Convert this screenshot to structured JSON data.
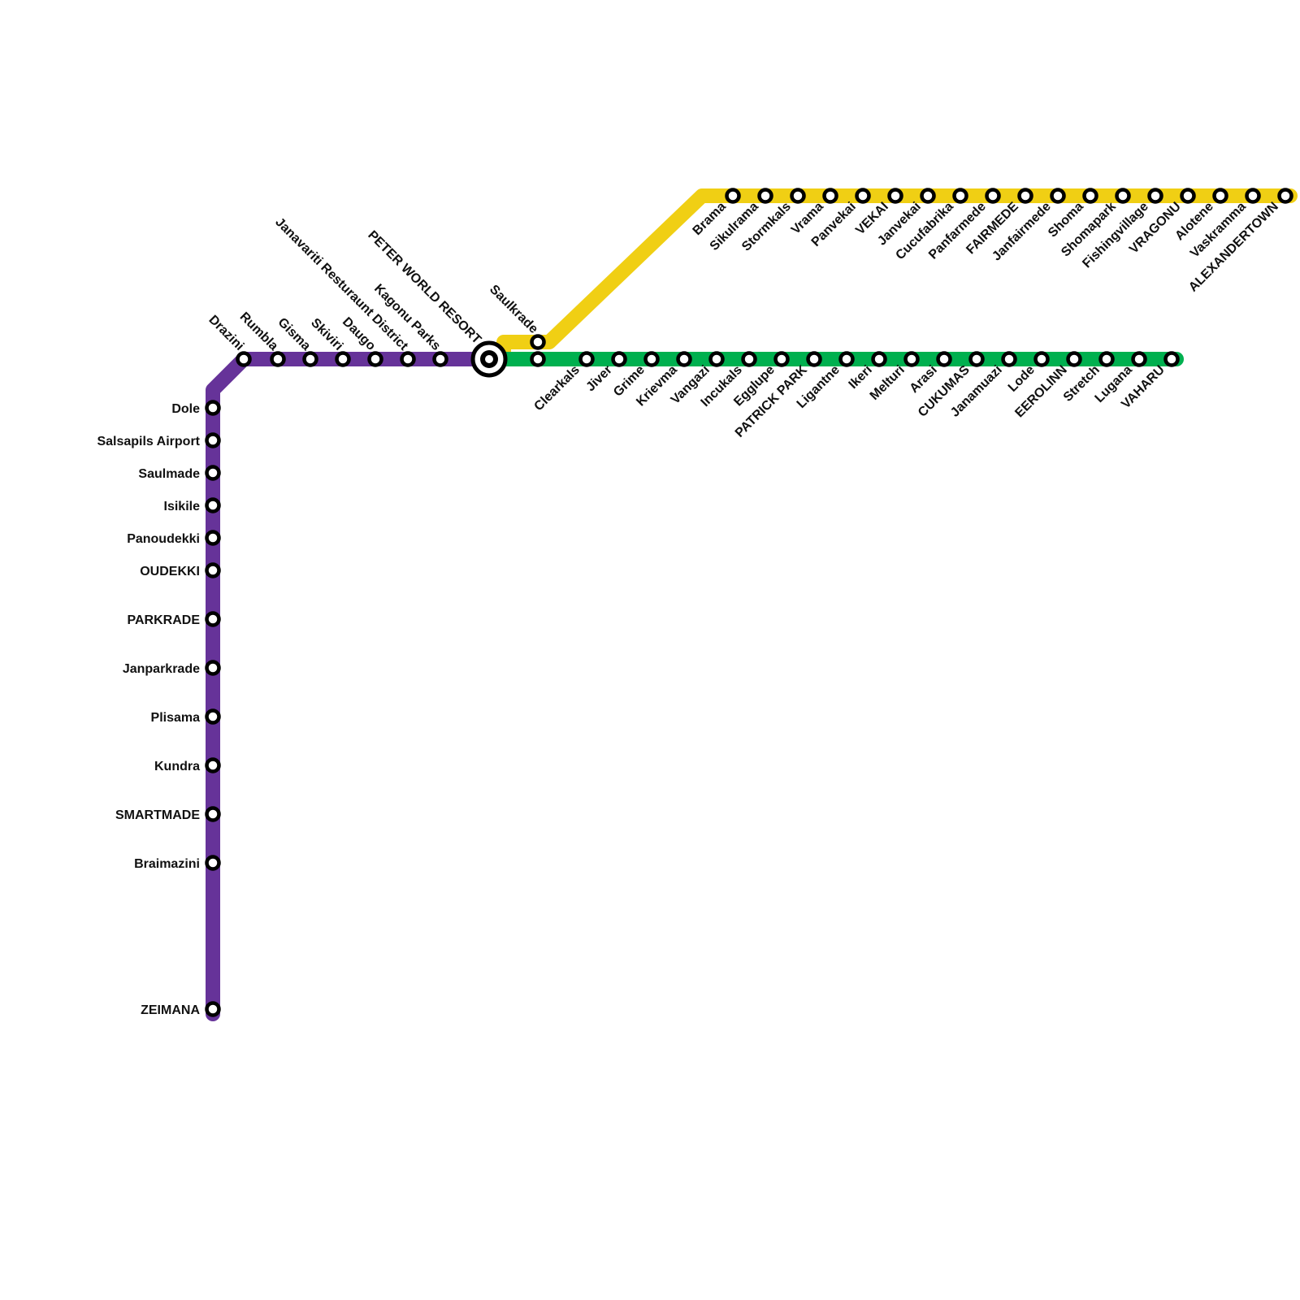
{
  "lines": {
    "purple": {
      "color": "#663399"
    },
    "green": {
      "color": "#00b04f"
    },
    "yellow": {
      "color": "#f0cf14"
    }
  },
  "interchange": {
    "name": "PETER WORLD RESORT"
  },
  "purple_branch_stations": [
    "Dole",
    "Salsapils Airport",
    "Saulmade",
    "Isikile",
    "Panoudekki",
    "OUDEKKI",
    "PARKRADE",
    "Janparkrade",
    "Plisama",
    "Kundra",
    "SMARTMADE",
    "Braimazini",
    "ZEIMANA"
  ],
  "purple_trunk_stations": [
    "Drazini",
    "Rumbla",
    "Gisma",
    "Skiviri",
    "Daugo",
    "Janavariti Resturaunt District",
    "Kagonu Parks"
  ],
  "yellow_stations": [
    "Saulkrade",
    "Brama",
    "Sikulrama",
    "Stormkals",
    "Vrama",
    "Panvekai",
    "VEKAI",
    "Janvekai",
    "Cucufabrika",
    "Panfarmede",
    "FAIRMEDE",
    "Janfairmede",
    "Shoma",
    "Shomapark",
    "Fishingvillage",
    "VRAGONU",
    "Alotene",
    "Vaskramma",
    "ALEXANDERTOWN"
  ],
  "green_stations": [
    "Clearkals",
    "Jiver",
    "Grime",
    "Krievma",
    "Vangazi",
    "Incukals",
    "Egglupe",
    "PATRICK PARK",
    "Ligantne",
    "Ikeri",
    "Melturi",
    "Arasi",
    "CUKUMAS",
    "Janamuazi",
    "Lode",
    "EEROLINN",
    "Stretch",
    "Lugana",
    "VAHARU"
  ]
}
